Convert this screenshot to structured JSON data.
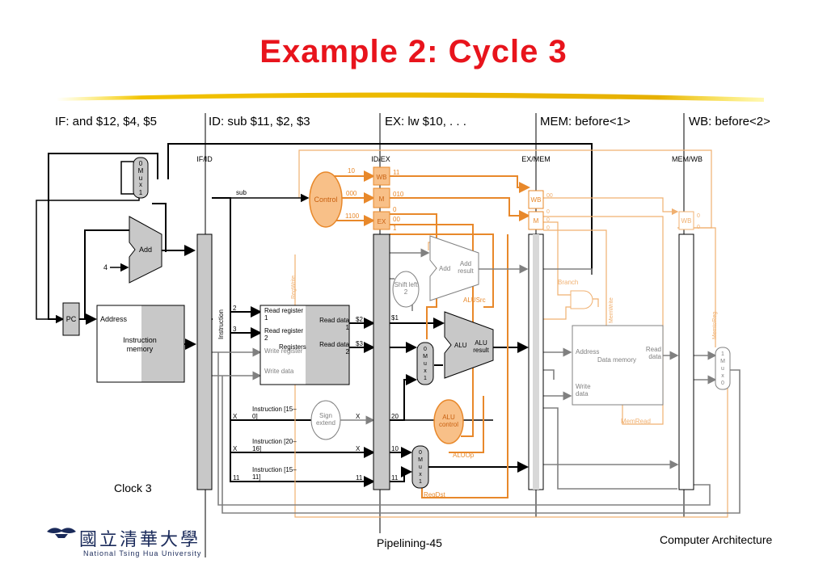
{
  "slide": {
    "title": "Example 2: Cycle 3",
    "stages": {
      "if": "IF: and $12, $4, $5",
      "id": "ID: sub $11, $2, $3",
      "ex": "EX: lw $10, . . .",
      "mem": "MEM: before<1>",
      "wb": "WB: before<2>"
    },
    "clock": "Clock 3",
    "page_number": "Pipelining-45",
    "course": "Computer Architecture",
    "university": "National Tsing Hua University",
    "university_native": "國立清華大學"
  },
  "colors": {
    "title": "#e8141c",
    "control": "#e8882a",
    "control_fill": "#f8c088",
    "inactive": "#f0b070",
    "register_fill": "#c8c8c8",
    "wire": "#000000",
    "gray_wire": "#808080"
  },
  "diagram": {
    "pipeline_registers": [
      "IF/ID",
      "ID/EX",
      "EX/MEM",
      "MEM/WB"
    ],
    "units": {
      "pc": "PC",
      "add": "Add",
      "const4": "4",
      "imem_address": "Address",
      "imem_name": "Instruction memory",
      "instruction": "Instruction",
      "regs": {
        "read1": "Read register 1",
        "read2": "Read register 2",
        "write_reg": "Write register",
        "write_data": "Write data",
        "name": "Registers",
        "rdata1": "Read data 1",
        "rdata2": "Read data 2"
      },
      "sign_extend": "Sign extend",
      "shift": "Shift left 2",
      "branch_adder": "Add",
      "branch_adder_result": "Add result",
      "alu": "ALU",
      "alu_result": "ALU result",
      "alu_control": "ALU control",
      "control": "Control",
      "dmem": {
        "address": "Address",
        "name": "Data memory",
        "read_data": "Read data",
        "write_data": "Write data"
      },
      "mux_letters": [
        "M",
        "u",
        "x"
      ]
    },
    "control_labels": {
      "wb": "WB",
      "m": "M",
      "ex": "EX",
      "regwrite": "RegWrite",
      "memwrite": "MemWrite",
      "memtoreg": "MemtoReg",
      "memread": "MemRead",
      "branch": "Branch",
      "alusrc": "ALUSrc",
      "aluop": "ALUOp",
      "regdst": "RegDst"
    },
    "values": {
      "opcode": "sub",
      "rs": "2",
      "rt": "3",
      "reg_a": "$2",
      "reg_b": "$3",
      "ex_reg_a": "$1",
      "imm": "X",
      "imm_field": "Instruction [15– 0]",
      "rt_field": "Instruction [20– 16]",
      "rd_field": "Instruction [15– 11]",
      "rd": "11",
      "ex_imm": "20",
      "ex_rt": "10",
      "ex_rd": "11",
      "wb_bits": "10",
      "m_bits": "000",
      "ex_bits": "1100",
      "ex_wb": "11",
      "ex_m": "010",
      "ex_m2": "0",
      "ex_ex": "00",
      "ex_ex2": "1",
      "mem_wb": "00",
      "mem_m": "0",
      "mem_m2": "0",
      "mem_m3": "0",
      "wb_wb": "0",
      "wb_wb2": "0",
      "mux_pc": [
        "0",
        "1"
      ],
      "mux_alu": [
        "0",
        "1"
      ],
      "mux_dst": [
        "0",
        "1"
      ],
      "mux_wb": [
        "1",
        "0"
      ]
    }
  }
}
